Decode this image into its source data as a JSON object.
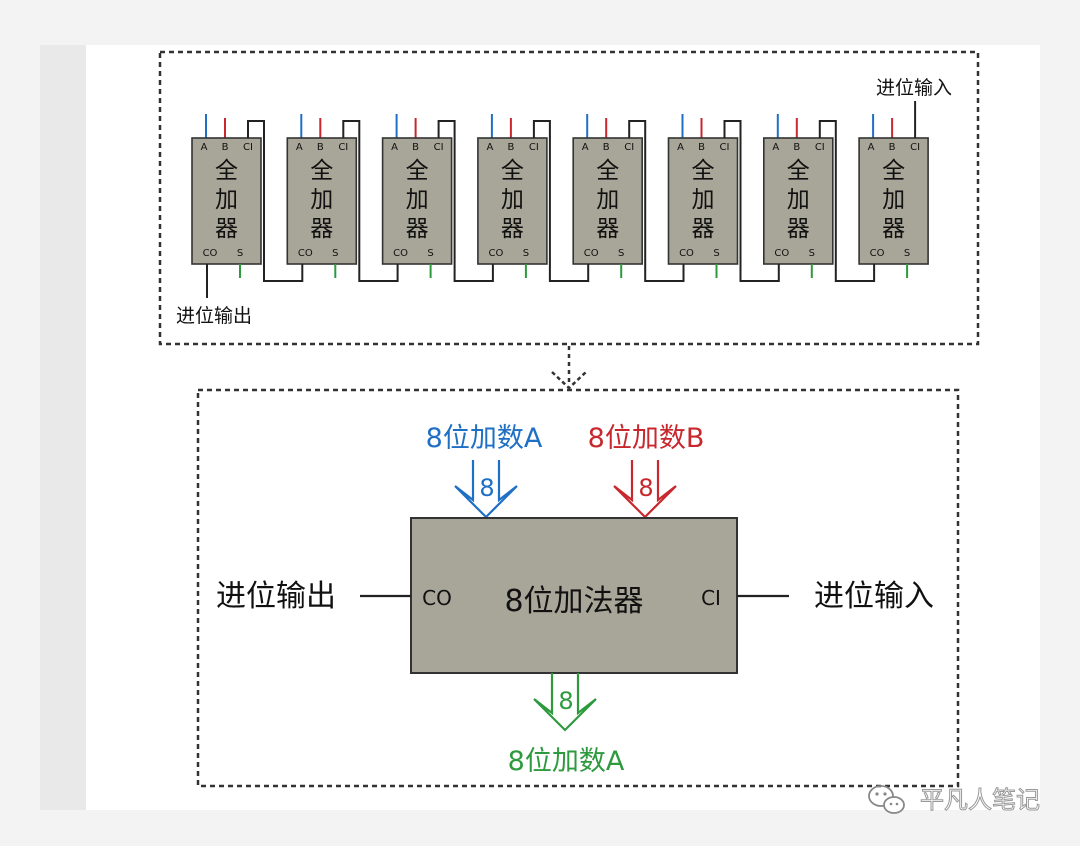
{
  "top_panel": {
    "carry_in_label": "进位输入",
    "carry_out_label": "进位输出",
    "adder_chars": [
      "全",
      "加",
      "器"
    ],
    "pins": {
      "a": "A",
      "b": "B",
      "ci": "CI",
      "co": "CO",
      "s": "S"
    },
    "adder_count": 8
  },
  "bottom_panel": {
    "input_a_label": "8位加数A",
    "input_b_label": "8位加数B",
    "bus_width": "8",
    "adder_title": "8位加法器",
    "co_pin": "CO",
    "ci_pin": "CI",
    "carry_out_label": "进位输出",
    "carry_in_label": "进位输入",
    "output_label": "8位加数A"
  },
  "watermark": {
    "text": "平凡人笔记",
    "icon": "wechat-icon"
  },
  "colors": {
    "adder_fill": "#a8a698",
    "adder_stroke": "#333333",
    "input_a": "#1f6fc5",
    "input_b": "#c8282d",
    "output": "#2e9a3e",
    "wire": "#222222",
    "panel_border": "#333333",
    "bg_outer": "#f3f3f3"
  }
}
